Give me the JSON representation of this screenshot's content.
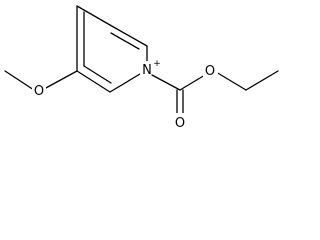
{
  "molecule": {
    "atoms": {
      "methoxy_oxygen": "O",
      "ring_nitrogen": "N",
      "ring_nitrogen_charge": "+",
      "ester_oxygen": "O",
      "carbonyl_oxygen": "O"
    }
  }
}
